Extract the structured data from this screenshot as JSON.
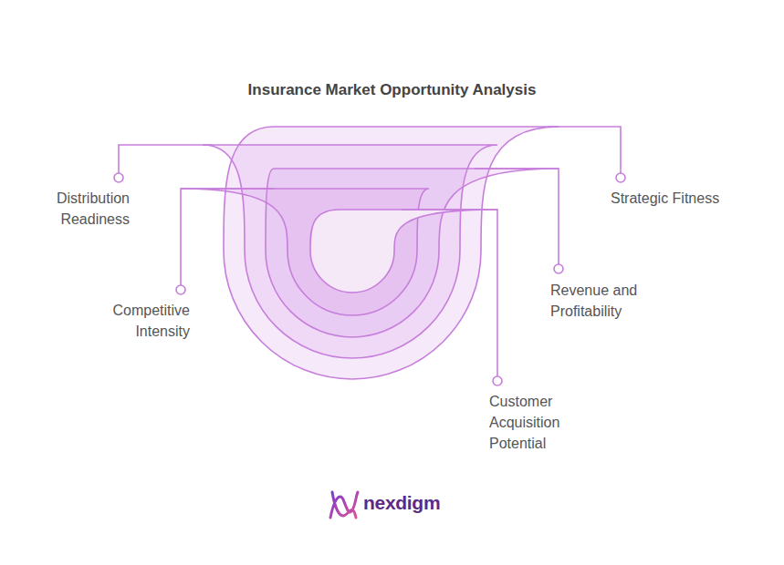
{
  "diagram": {
    "title": "Insurance Market Opportunity Analysis",
    "labels": [
      "Distribution Readiness",
      "Strategic Fitness",
      "Competitive Intensity",
      "Revenue and Profitability",
      "Customer Acquisition Potential",
      "nexdigm"
    ]
  }
}
